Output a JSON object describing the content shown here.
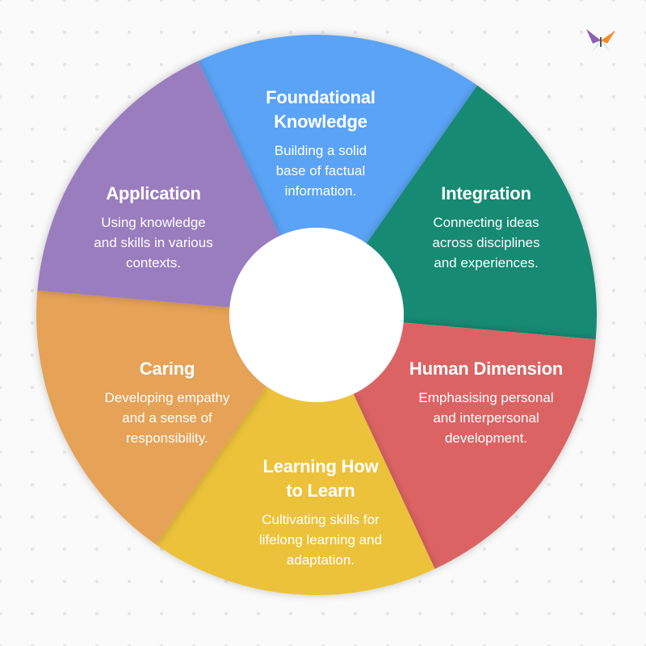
{
  "brand": {
    "logo_icon": "butterfly-logo-icon"
  },
  "segments": [
    {
      "key": "foundational",
      "title": "Foundational\nKnowledge",
      "description": "Building a solid\nbase of factual\ninformation.",
      "color": "#5aa3f6"
    },
    {
      "key": "integration",
      "title": "Integration",
      "description": "Connecting ideas\nacross disciplines\nand experiences.",
      "color": "#158a72"
    },
    {
      "key": "human",
      "title": "Human Dimension",
      "description": "Emphasising personal\nand interpersonal\ndevelopment.",
      "color": "#dc6464"
    },
    {
      "key": "learning",
      "title": "Learning How\nto Learn",
      "description": "Cultivating skills for\nlifelong learning and\nadaptation.",
      "color": "#ecc23a"
    },
    {
      "key": "caring",
      "title": "Caring",
      "description": "Developing empathy\nand a sense of\nresponsibility.",
      "color": "#e6a257"
    },
    {
      "key": "application",
      "title": "Application",
      "description": "Using knowledge\nand skills in various\ncontexts.",
      "color": "#9a7dbf"
    }
  ]
}
